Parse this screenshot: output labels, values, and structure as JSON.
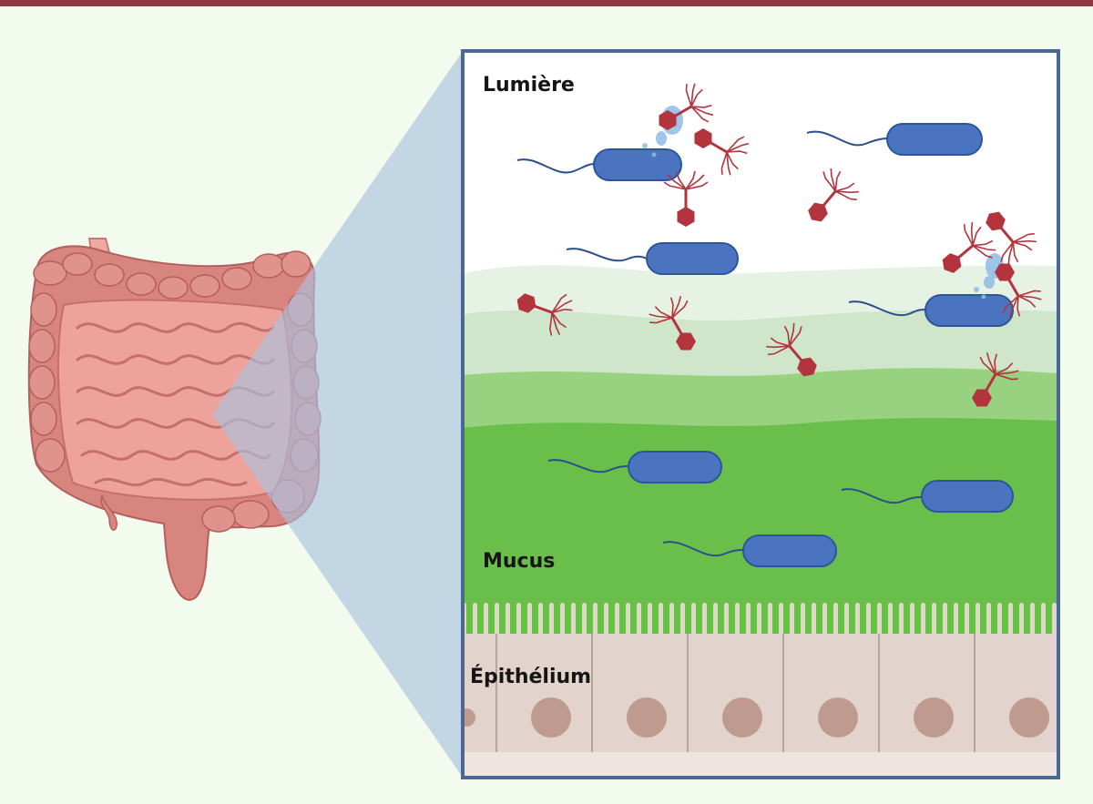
{
  "labels": {
    "lumen": "Lumière",
    "mucus": "Mucus",
    "epithelium": "Épithélium"
  },
  "colors": {
    "top_rule": "#8c3b43",
    "background": "#f2fbee",
    "frame_border": "#4a6795",
    "zoom_wedge": "#a9c1de",
    "bacterium": "#4a74bf",
    "phage": "#b3343d",
    "mucus_dense": "#6abf4b",
    "mucus_light": "#e6f2e3",
    "epithelial_cell": "#e2d3cc",
    "nucleus": "#bf9a8e",
    "intestine": "#d9857f"
  },
  "icons": {
    "organ": "intestine-icon",
    "bacterium": "bacterium-icon",
    "phage": "bacteriophage-icon"
  }
}
